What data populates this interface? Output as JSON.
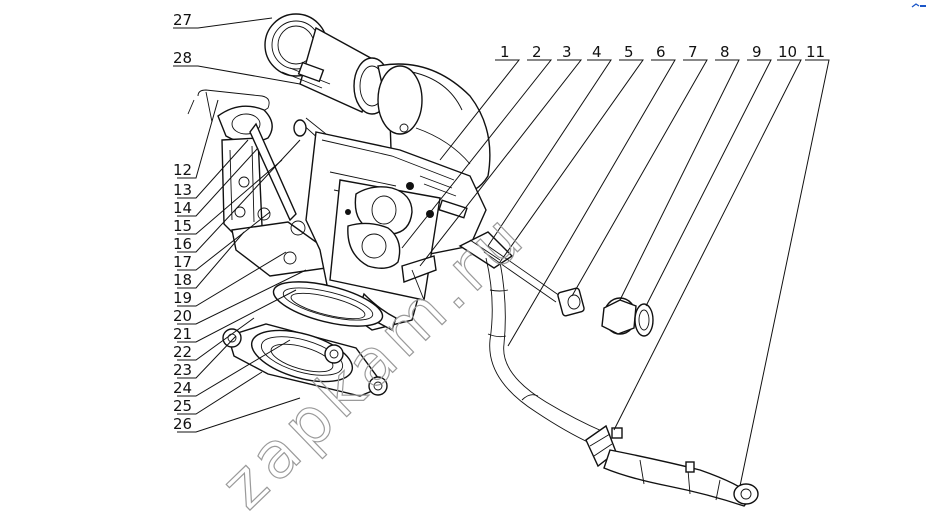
{
  "diagram": {
    "callouts_left": [
      "27",
      "28",
      "12",
      "13",
      "14",
      "15",
      "16",
      "17",
      "18",
      "19",
      "20",
      "21",
      "22",
      "23",
      "24",
      "25",
      "26"
    ],
    "callouts_top": [
      "1",
      "2",
      "3",
      "4",
      "5",
      "6",
      "7",
      "8",
      "9",
      "10",
      "11"
    ],
    "watermark": "zapkam.ru"
  },
  "colors": {
    "line": "#111111",
    "background": "#ffffff",
    "watermark": "#9a9a9a",
    "corner_mark": "#1a56c8"
  }
}
